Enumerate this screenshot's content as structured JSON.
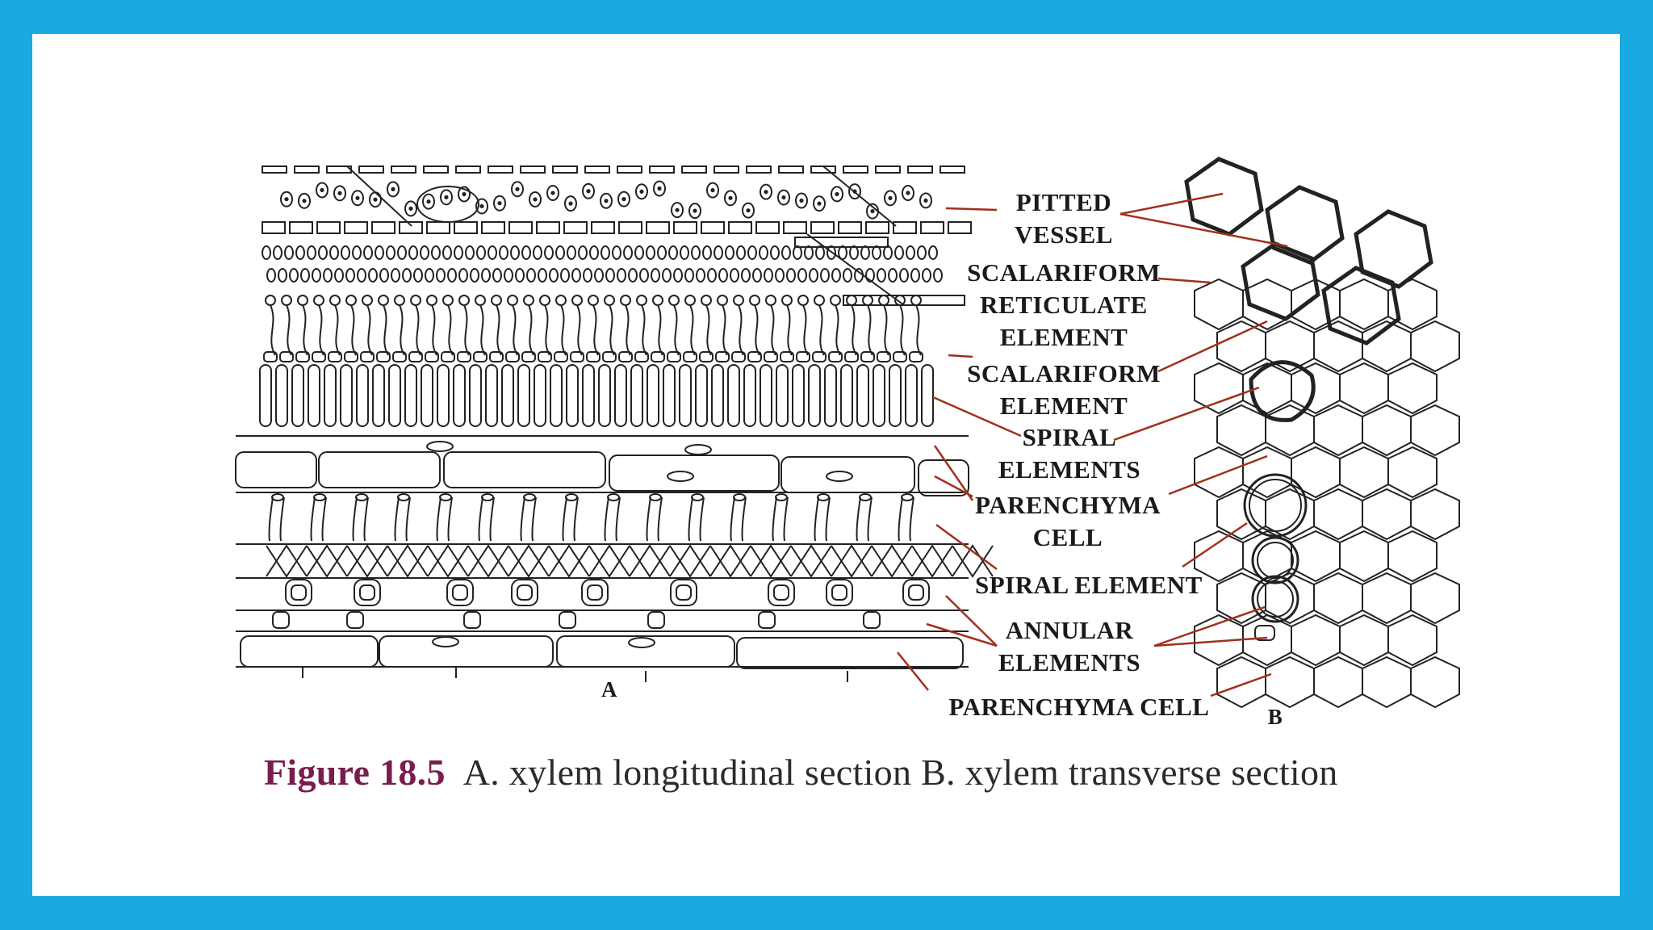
{
  "labels": {
    "pitted_vessel": [
      "PITTED",
      "VESSEL"
    ],
    "scalariform_reticulate": [
      "SCALARIFORM",
      "RETICULATE",
      "ELEMENT"
    ],
    "scalariform_element": [
      "SCALARIFORM",
      "ELEMENT"
    ],
    "spiral_elements": [
      "SPIRAL",
      "ELEMENTS"
    ],
    "parenchyma_cell_upper": [
      "PARENCHYMA",
      "CELL"
    ],
    "spiral_element": "SPIRAL ELEMENT",
    "annular_elements": [
      "ANNULAR",
      "ELEMENTS"
    ],
    "parenchyma_cell_lower": "PARENCHYMA CELL",
    "panel_a": "A",
    "panel_b": "B"
  },
  "caption": {
    "figure": "Figure 18.5",
    "text": "A. xylem longitudinal section  B. xylem transverse section"
  },
  "colors": {
    "frame": "#1BA9E1",
    "leader_line": "#A0301F",
    "figure_label": "#7A1C4E"
  }
}
